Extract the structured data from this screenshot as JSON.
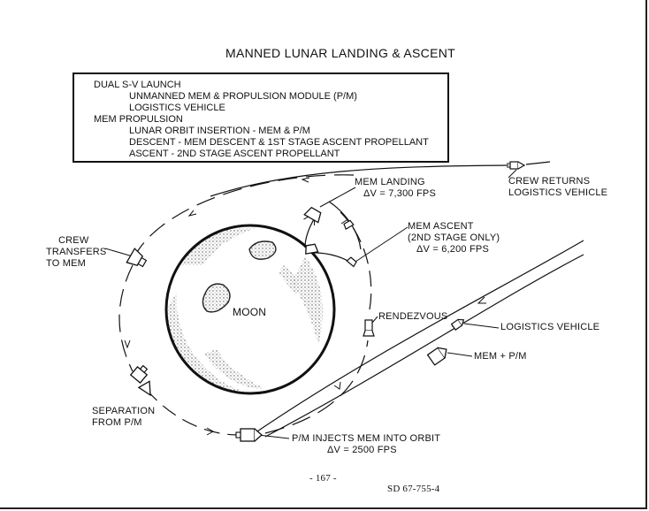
{
  "title": "MANNED LUNAR LANDING & ASCENT",
  "info_box": {
    "lines": [
      "DUAL S-V LAUNCH",
      "UNMANNED MEM & PROPULSION MODULE (P/M)",
      "LOGISTICS VEHICLE",
      "MEM PROPULSION",
      "LUNAR ORBIT INSERTION - MEM & P/M",
      "DESCENT - MEM DESCENT & 1ST STAGE ASCENT PROPELLANT",
      "ASCENT - 2ND STAGE ASCENT PROPELLANT"
    ]
  },
  "labels": {
    "moon": "MOON",
    "mem_landing": "MEM LANDING",
    "mem_landing_dv": "ΔV = 7,300 FPS",
    "mem_ascent": "MEM ASCENT",
    "mem_ascent_stage": "(2ND STAGE ONLY)",
    "mem_ascent_dv": "ΔV = 6,200 FPS",
    "crew_returns_1": "CREW RETURNS",
    "crew_returns_2": "LOGISTICS VEHICLE",
    "crew_transfers_1": "CREW",
    "crew_transfers_2": "TRANSFERS",
    "crew_transfers_3": "TO MEM",
    "rendezvous": "RENDEZVOUS",
    "logistics_vehicle": "LOGISTICS VEHICLE",
    "mem_pm": "MEM + P/M",
    "separation_1": "SEPARATION",
    "separation_2": "FROM P/M",
    "pm_injects": "P/M INJECTS MEM INTO ORBIT",
    "pm_injects_dv": "ΔV = 2500 FPS"
  },
  "footer": {
    "page_number": "- 167 -",
    "doc_id": "SD 67-755-4"
  }
}
